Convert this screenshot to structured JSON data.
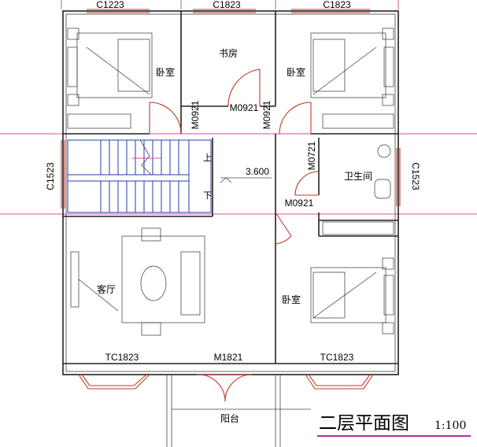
{
  "plan": {
    "title": "二层平面图",
    "scale": "1:100",
    "elevation": "3.600",
    "rooms": {
      "bedroom_nw": "卧室",
      "study": "书房",
      "bedroom_ne": "卧室",
      "bathroom": "卫生间",
      "living": "客厅",
      "bedroom_se": "卧室",
      "balcony": "阳台"
    },
    "stair": {
      "up": "上",
      "down": "下"
    },
    "windows": {
      "top_left": "C1223",
      "top_mid": "C1823",
      "top_right": "C1823",
      "left": "C1523",
      "right": "C1523",
      "bottom_left": "TC1823",
      "bottom_right": "TC1823"
    },
    "doors": {
      "study_main": "M0921",
      "bedroom_nw": "M0921",
      "bedroom_ne": "M0921",
      "bathroom": "M0721",
      "bedroom_se": "M0921",
      "balcony": "M1821"
    },
    "colors": {
      "wall": "#222222",
      "window": "#c0392b",
      "stair": "#1f3fa8",
      "axis": "#d04fb0",
      "title_underline": "#b030a0"
    }
  }
}
